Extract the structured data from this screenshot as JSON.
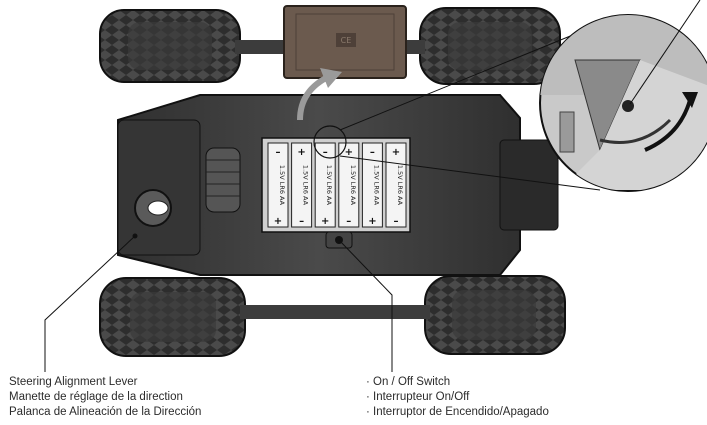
{
  "battery_label": "1.5V LR6 AA",
  "polarity_plus": "+",
  "polarity_minus": "–",
  "steering_lever": {
    "bullet": "",
    "lines": [
      "Steering Alignment Lever",
      "Manette de réglage de la direction",
      "Palanca de Alineación de la Dirección"
    ]
  },
  "power_switch": {
    "lines": [
      "· On / Off Switch",
      "· Interrupteur On/Off",
      "· Interruptor de Encendido/Apagado"
    ]
  },
  "battery_count": 6,
  "colors": {
    "chassis": "#3a3a3a",
    "tire": "#2d2d2d",
    "cover": "#6b5a4e",
    "compartment": "#d9d9d9",
    "battery": "#f4f4f4",
    "leader": "#222222"
  }
}
